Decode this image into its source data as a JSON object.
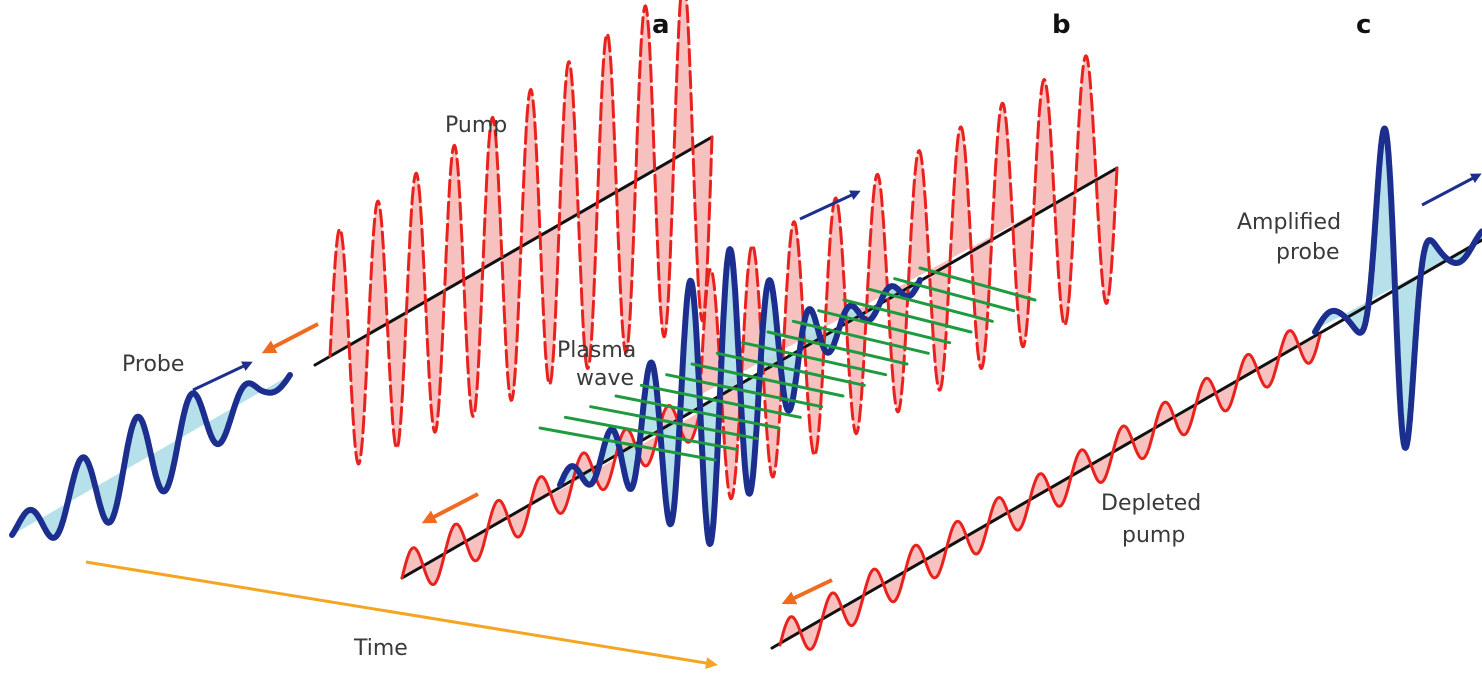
{
  "panels": {
    "a": "a",
    "b": "b",
    "c": "c"
  },
  "labels": {
    "pump": "Pump",
    "probe": "Probe",
    "plasma_line1": "Plasma",
    "plasma_line2": "wave",
    "amplified_line1": "Amplified",
    "amplified_line2": "probe",
    "depleted_line1": "Depleted",
    "depleted_line2": "pump",
    "time": "Time"
  },
  "colors": {
    "pump": "#e8231f",
    "pump_fill": "#f4b6b4",
    "probe": "#1c2f8f",
    "probe_fill": "#a9dce8",
    "plasma": "#1f9a3e",
    "pump_arrow": "#f06a22",
    "probe_arrow": "#1c2f8f",
    "time_arrow": "#f4a623",
    "axis": "#111111"
  }
}
